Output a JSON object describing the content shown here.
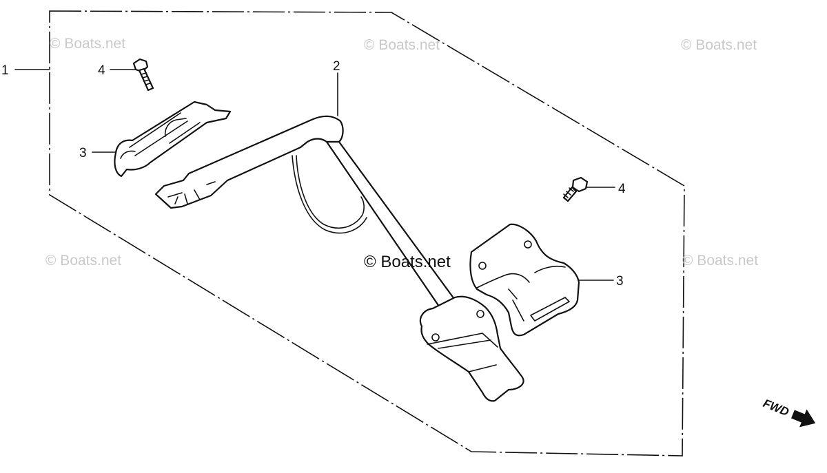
{
  "diagram": {
    "callouts": {
      "assembly": "1",
      "bar": "2",
      "clamp_left": "3",
      "clamp_right": "3",
      "bolt_left": "4",
      "bolt_right": "4"
    },
    "watermarks": {
      "top_left": "© Boats.net",
      "top_center": "© Boats.net",
      "top_right": "© Boats.net",
      "mid_left": "© Boats.net",
      "mid_right": "© Boats.net",
      "center": "© Boats.net"
    },
    "direction_label": "FWD",
    "icons": {
      "fwd_arrow": "arrow-right-icon"
    }
  }
}
